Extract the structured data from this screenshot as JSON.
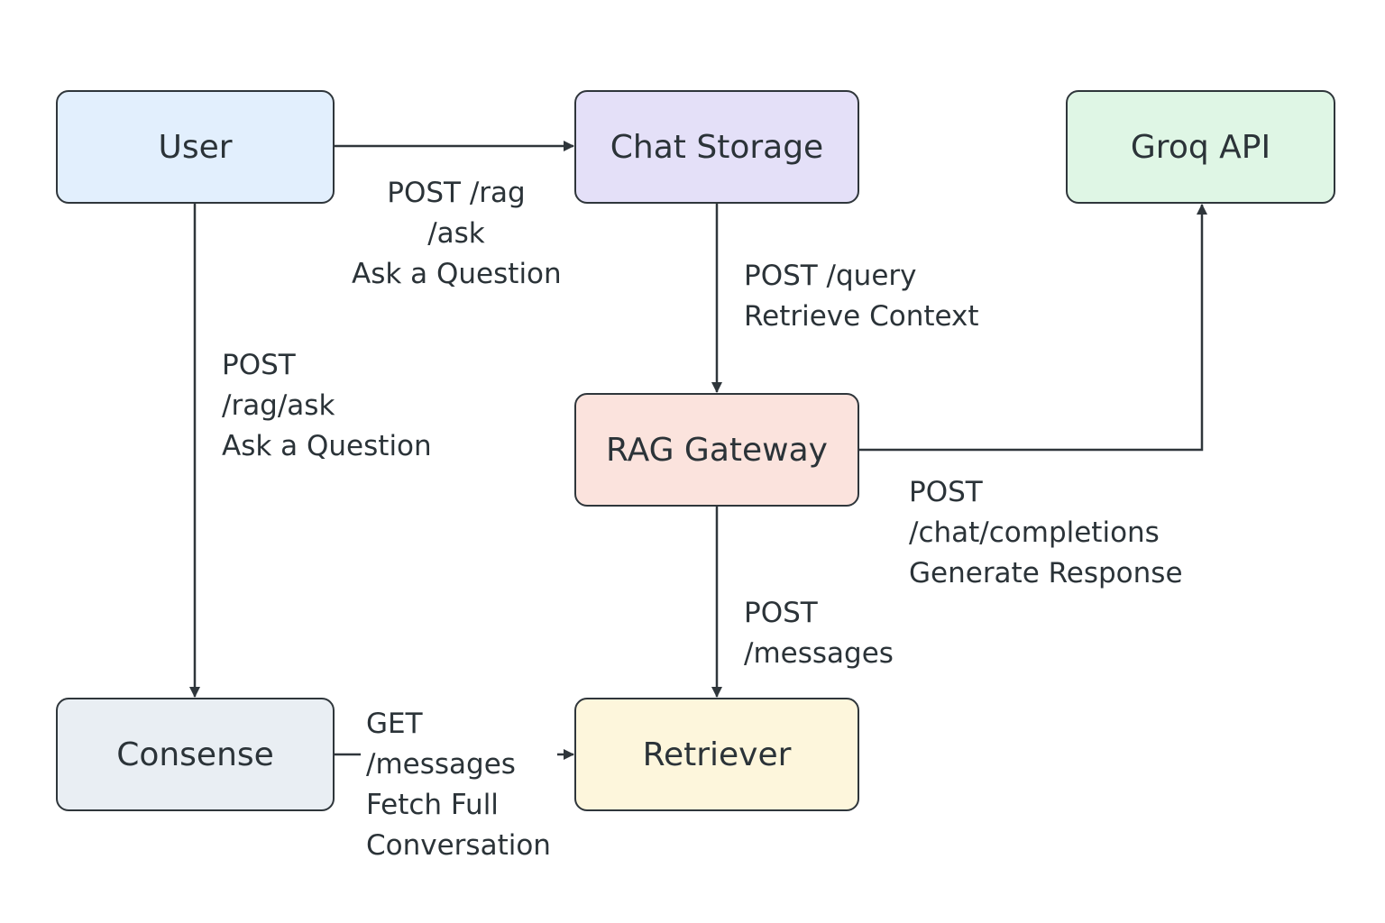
{
  "nodes": {
    "user": {
      "label": "User",
      "color": "#e2effd"
    },
    "chat_storage": {
      "label": "Chat Storage",
      "color": "#e4e0f8"
    },
    "groq_api": {
      "label": "Groq API",
      "color": "#dff6e5"
    },
    "rag_gateway": {
      "label": "RAG Gateway",
      "color": "#fbe3dd"
    },
    "consense": {
      "label": "Consense",
      "color": "#e9eef3"
    },
    "retriever": {
      "label": "Retriever",
      "color": "#fdf6dc"
    }
  },
  "edges": {
    "user_to_chat": {
      "line1": "POST /rag",
      "line2": "/ask",
      "line3": "Ask a Question"
    },
    "user_to_consense": {
      "line1": "POST",
      "line2": "/rag/ask",
      "line3": "Ask a Question"
    },
    "chat_to_rag": {
      "line1": "POST /query",
      "line2": "Retrieve Context"
    },
    "rag_to_groq": {
      "line1": "POST",
      "line2": "/chat/completions",
      "line3": "Generate Response"
    },
    "rag_to_retriever": {
      "line1": "POST",
      "line2": "/messages"
    },
    "consense_to_retriever": {
      "line1": "GET",
      "line2": "/messages",
      "line3": "Fetch Full",
      "line4": "Conversation"
    }
  },
  "colors": {
    "stroke": "#2f363b",
    "text": "#2b3338"
  }
}
